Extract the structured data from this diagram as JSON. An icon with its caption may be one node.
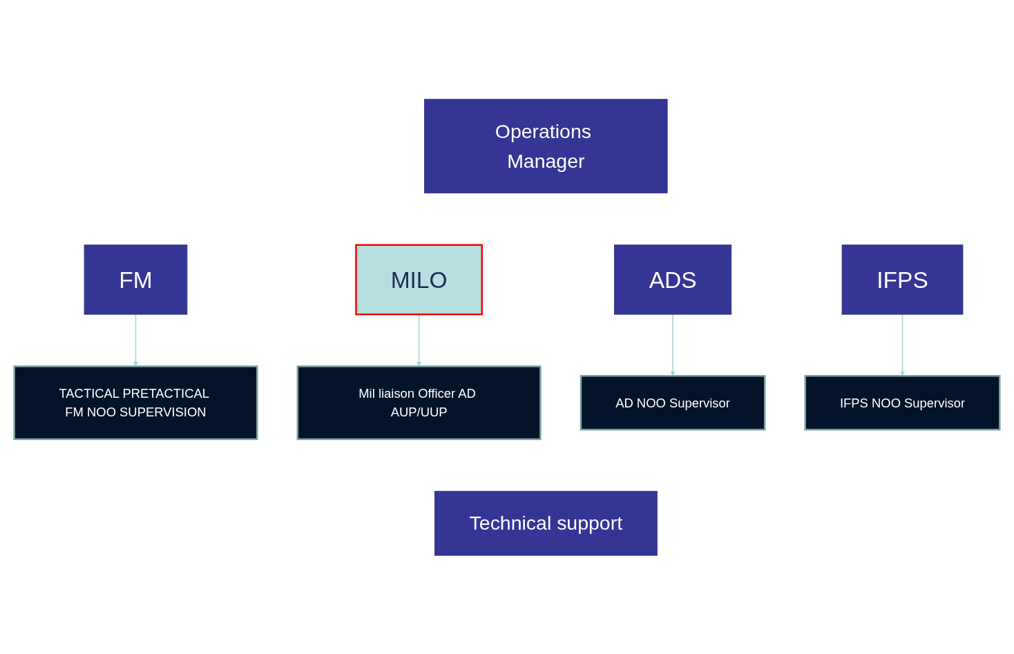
{
  "diagram": {
    "nodes": [
      {
        "text": [
          "Operations Manager"
        ]
      },
      {
        "text": [
          "FM"
        ]
      },
      {
        "text": [
          "MILO"
        ]
      },
      {
        "text": [
          "ADS"
        ]
      },
      {
        "text": [
          "IFPS"
        ]
      },
      {
        "text": [
          "TACTICAL PRETACTICAL FM NOO SUPERVISION"
        ]
      },
      {
        "text": [
          "Mil liaison Officer AD AUP/UUP"
        ]
      },
      {
        "text": [
          "AD NOO Supervisor"
        ]
      },
      {
        "text": [
          "IFPS NOO Supervisor"
        ]
      },
      {
        "text": [
          "Technical support"
        ]
      }
    ],
    "edges": [
      {
        "from": 1,
        "to": 5,
        "arrow": "to"
      },
      {
        "from": 2,
        "to": 6,
        "arrow": "to"
      },
      {
        "from": 3,
        "to": 7,
        "arrow": "to"
      },
      {
        "from": 4,
        "to": 8,
        "arrow": "to"
      }
    ]
  }
}
